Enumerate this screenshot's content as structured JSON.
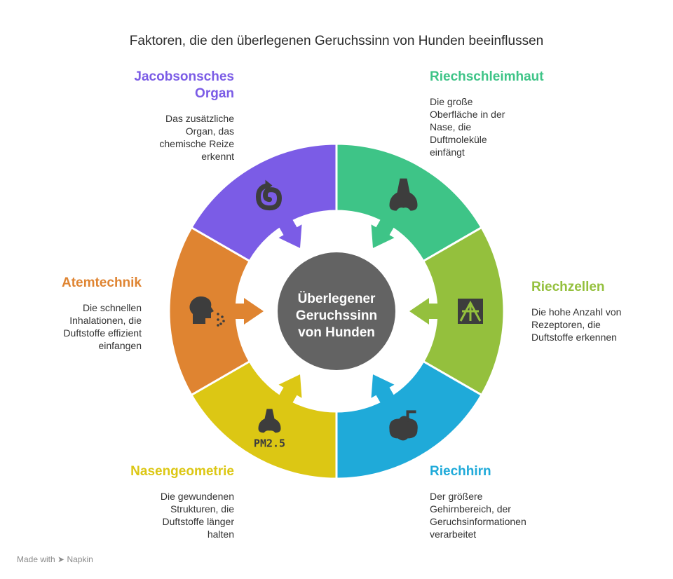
{
  "title": "Faktoren, die den überlegenen Geruchssinn von Hunden beeinflussen",
  "center": {
    "lines": [
      "Überlegener",
      "Geruchssinn",
      "von Hunden"
    ],
    "color": "#636363"
  },
  "segments": [
    {
      "key": "jacobson",
      "title_lines": [
        "Jacobsonsches",
        "Organ"
      ],
      "desc_lines": [
        "Das zusätzliche",
        "Organ, das",
        "chemische Reize",
        "erkennt"
      ],
      "color": "#7b5ce6",
      "icon": "spiral-icon"
    },
    {
      "key": "schleimhaut",
      "title_lines": [
        "Riechschleimhaut"
      ],
      "desc_lines": [
        "Die große",
        "Oberfläche in der",
        "Nase, die",
        "Duftmoleküle",
        "einfängt"
      ],
      "color": "#3ec487",
      "icon": "nose-icon"
    },
    {
      "key": "zellen",
      "title_lines": [
        "Riechzellen"
      ],
      "desc_lines": [
        "Die hohe Anzahl von",
        "Rezeptoren, die",
        "Duftstoffe erkennen"
      ],
      "color": "#94c03d",
      "icon": "receptor-icon"
    },
    {
      "key": "hirn",
      "title_lines": [
        "Riechhirn"
      ],
      "desc_lines": [
        "Der größere",
        "Gehirnbereich, der",
        "Geruchsinformationen",
        "verarbeitet"
      ],
      "color": "#1faad9",
      "icon": "brain-icon"
    },
    {
      "key": "geometrie",
      "title_lines": [
        "Nasengeometrie"
      ],
      "desc_lines": [
        "Die gewundenen",
        "Strukturen, die",
        "Duftstoffe länger",
        "halten"
      ],
      "color": "#dcc714",
      "icon": "nose-pm25-icon",
      "icon_text": "PM2.5"
    },
    {
      "key": "atem",
      "title_lines": [
        "Atemtechnik"
      ],
      "desc_lines": [
        "Die schnellen",
        "Inhalationen, die",
        "Duftstoffe effizient",
        "einfangen"
      ],
      "color": "#df8431",
      "icon": "breathing-head-icon"
    }
  ],
  "footer": {
    "made_with": "Made with",
    "brand": "Napkin"
  }
}
